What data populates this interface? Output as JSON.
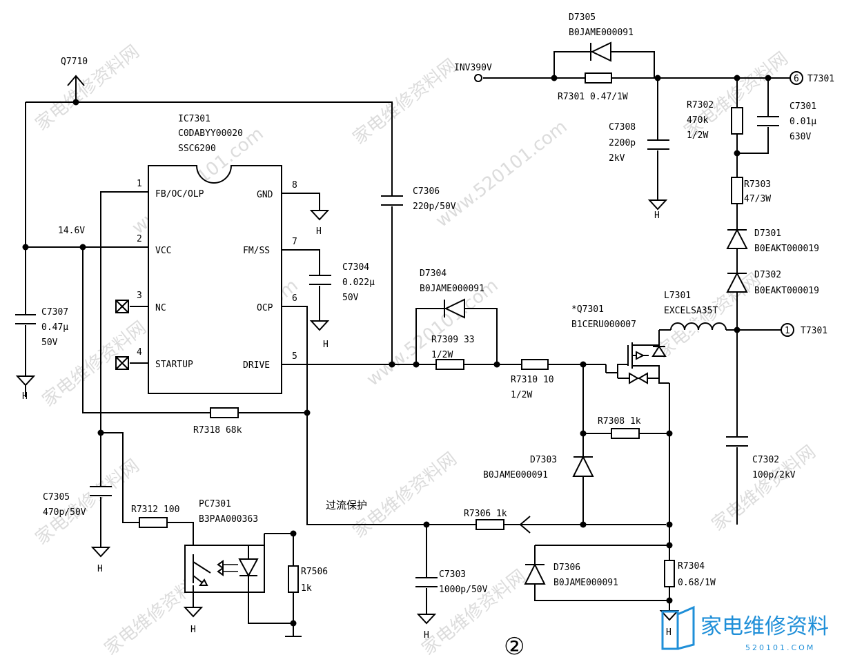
{
  "watermark": {
    "cn": "家电维修资料网",
    "url": "www.520101.com"
  },
  "logo": {
    "cn": "家电维修资料",
    "url": "520101.COM"
  },
  "page_marker": "②",
  "nets": {
    "input": "INV390V",
    "vcc": "14.6V",
    "ground": "H",
    "ocp_cn": "过流保护",
    "q7710": "Q7710"
  },
  "ic": {
    "ref": "IC7301",
    "part": "C0DABYY00020",
    "model": "SSC6200",
    "pins": [
      {
        "num": "1",
        "name": "FB/OC/OLP"
      },
      {
        "num": "2",
        "name": "VCC"
      },
      {
        "num": "3",
        "name": "NC"
      },
      {
        "num": "4",
        "name": "STARTUP"
      },
      {
        "num": "8",
        "name": "GND"
      },
      {
        "num": "7",
        "name": "FM/SS"
      },
      {
        "num": "6",
        "name": "OCP"
      },
      {
        "num": "5",
        "name": "DRIVE"
      }
    ]
  },
  "components": {
    "d7305": {
      "ref": "D7305",
      "part": "B0JAME000091"
    },
    "r7301": {
      "ref": "R7301 0.47/1W"
    },
    "c7308": {
      "ref": "C7308",
      "v1": "2200p",
      "v2": "2kV"
    },
    "r7302": {
      "ref": "R7302",
      "v1": "470k",
      "v2": "1/2W"
    },
    "c7301": {
      "ref": "C7301",
      "v1": "0.01μ",
      "v2": "630V"
    },
    "t7301_6": {
      "pin": "6",
      "ref": "T7301"
    },
    "r7303": {
      "ref": "R7303",
      "v1": "47/3W"
    },
    "d7301": {
      "ref": "D7301",
      "part": "B0EAKT000019"
    },
    "d7302": {
      "ref": "D7302",
      "part": "B0EAKT000019"
    },
    "l7301": {
      "ref": "L7301",
      "part": "EXCELSA35T"
    },
    "q7301": {
      "ref": "*Q7301",
      "part": "B1CERU000007"
    },
    "t7301_1": {
      "pin": "1",
      "ref": "T7301"
    },
    "c7306": {
      "ref": "C7306",
      "v1": "220p/50V"
    },
    "c7304": {
      "ref": "C7304",
      "v1": "0.022μ",
      "v2": "50V"
    },
    "d7304": {
      "ref": "D7304",
      "part": "B0JAME000091"
    },
    "r7309": {
      "ref": "R7309 33",
      "v1": "1/2W"
    },
    "r7310": {
      "ref": "R7310 10",
      "v1": "1/2W"
    },
    "c7307": {
      "ref": "C7307",
      "v1": "0.47μ",
      "v2": "50V"
    },
    "r7318": {
      "ref": "R7318 68k"
    },
    "r7308": {
      "ref": "R7308 1k"
    },
    "d7303": {
      "ref": "D7303",
      "part": "B0JAME000091"
    },
    "c7302": {
      "ref": "C7302",
      "v1": "100p/2kV"
    },
    "c7305": {
      "ref": "C7305",
      "v1": "470p/50V"
    },
    "r7312": {
      "ref": "R7312 100"
    },
    "pc7301": {
      "ref": "PC7301",
      "part": "B3PAA000363"
    },
    "r7506": {
      "ref": "R7506",
      "v1": "1k"
    },
    "r7306": {
      "ref": "R7306 1k"
    },
    "c7303": {
      "ref": "C7303",
      "v1": "1000p/50V"
    },
    "d7306": {
      "ref": "D7306",
      "part": "B0JAME000091"
    },
    "r7304": {
      "ref": "R7304",
      "v1": "0.68/1W"
    }
  }
}
